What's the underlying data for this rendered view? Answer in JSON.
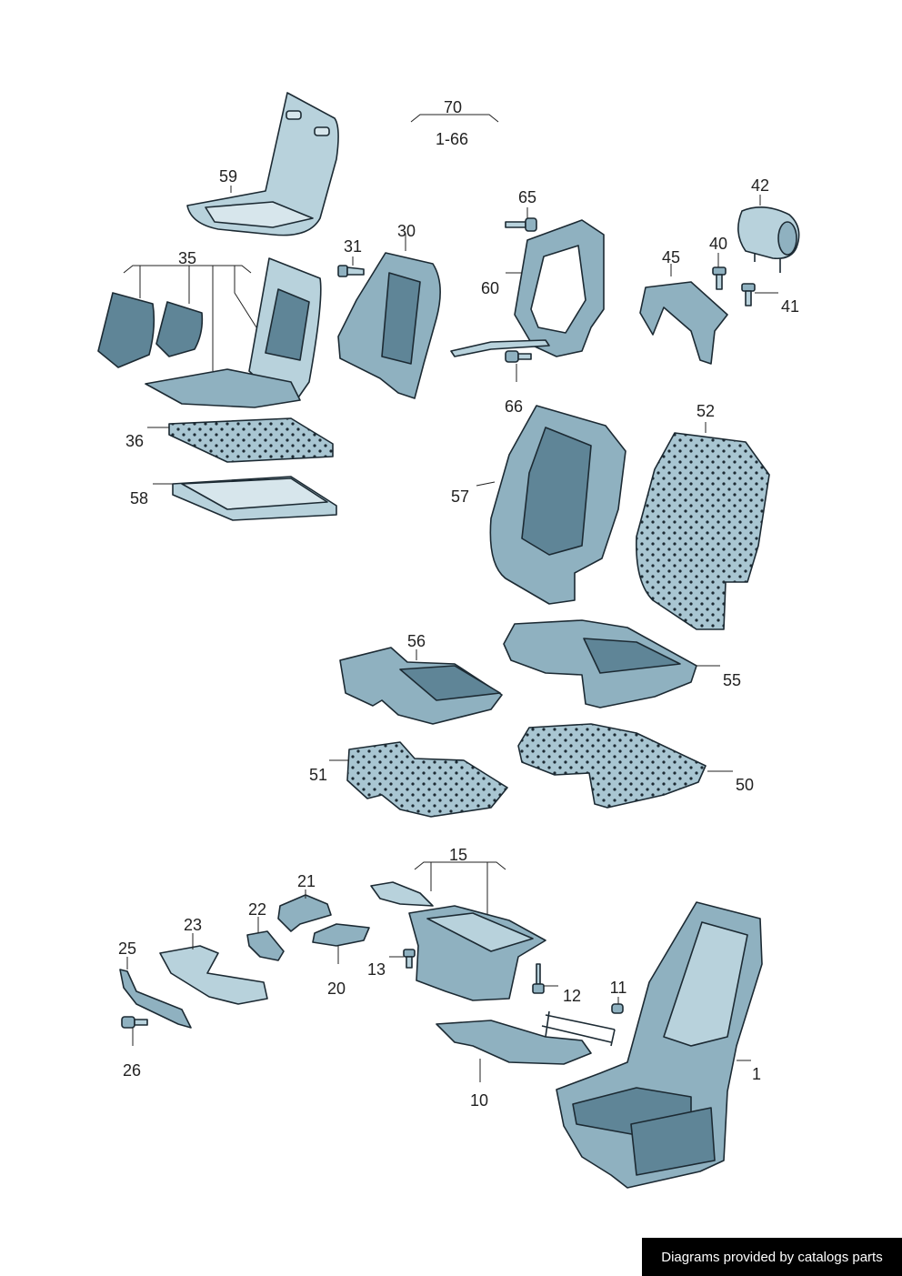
{
  "labels": {
    "p70": "70",
    "range": "1-66",
    "p59": "59",
    "p35": "35",
    "p31": "31",
    "p30": "30",
    "p65": "65",
    "p60": "60",
    "p66": "66",
    "p42": "42",
    "p40": "40",
    "p45": "45",
    "p41": "41",
    "p36": "36",
    "p58": "58",
    "p57": "57",
    "p52": "52",
    "p56": "56",
    "p55": "55",
    "p51": "51",
    "p50": "50",
    "p15": "15",
    "p21": "21",
    "p22": "22",
    "p23": "23",
    "p25": "25",
    "p20": "20",
    "p13": "13",
    "p12": "12",
    "p11": "11",
    "p26": "26",
    "p10": "10",
    "p1": "1"
  },
  "footer": {
    "text": "Diagrams provided by catalogs parts"
  },
  "colors": {
    "part_light": "#b8d2dc",
    "part_mid": "#8fb1c0",
    "part_dark": "#5f8597",
    "outline": "#1c2a33",
    "footer_bg": "#000000"
  }
}
